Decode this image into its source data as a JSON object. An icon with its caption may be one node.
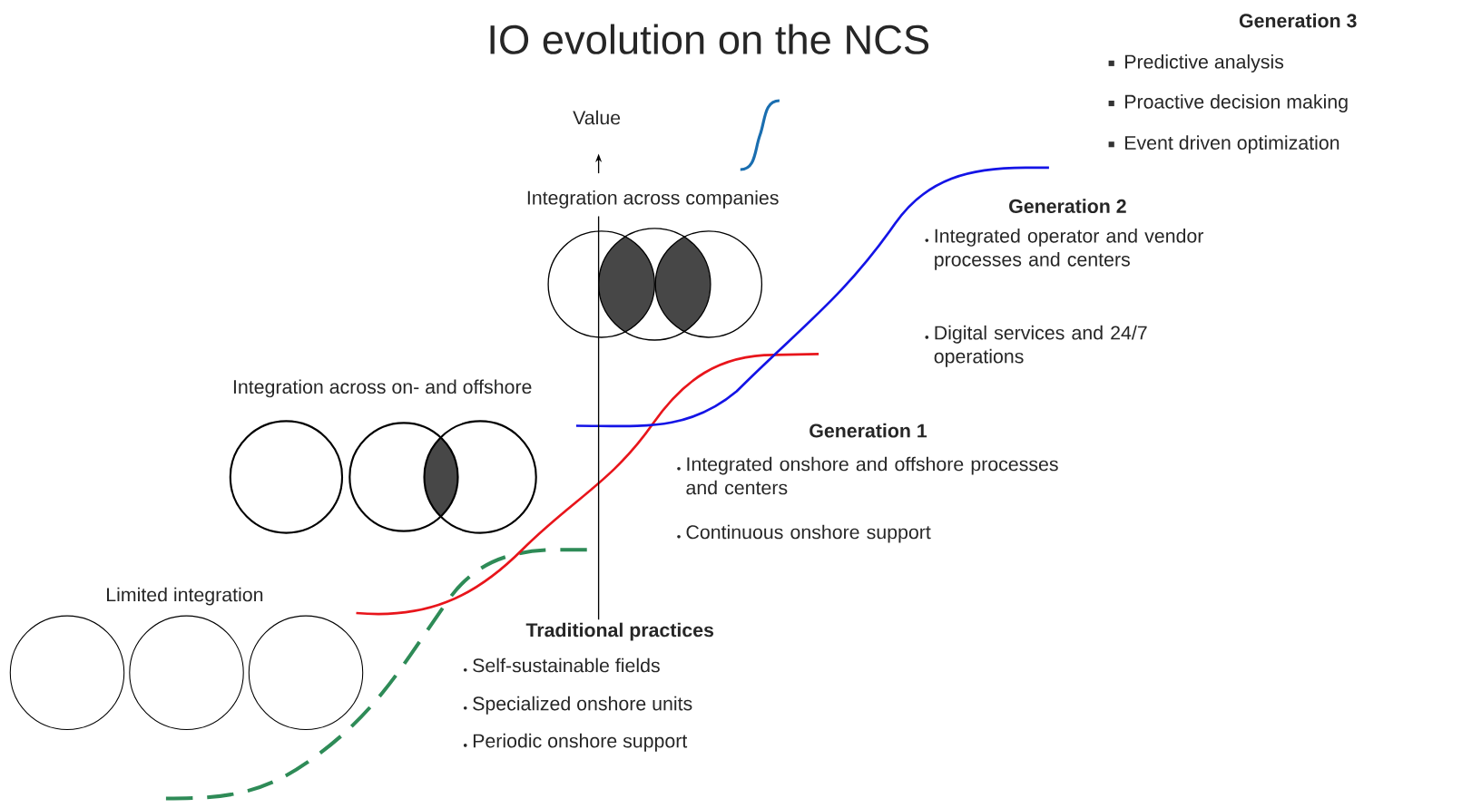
{
  "diagram": {
    "title": "IO evolution on the NCS",
    "labels": [
      "Generation 3",
      "Predictive analysis",
      "Proactive decision making",
      "Event driven optimization",
      "Value",
      "Integration across companies",
      "Generation 2",
      "Integrated operator and vendor processes and centers",
      "Digital services and 24/7 operations",
      "Integration across on- and offshore",
      "Generation 1",
      "Integrated onshore and offshore processes and centers",
      "Continuous onshore support",
      "Limited integration",
      "Traditional practices",
      "Self-sustainable fields",
      "Specialized onshore units",
      "Periodic onshore support"
    ]
  }
}
